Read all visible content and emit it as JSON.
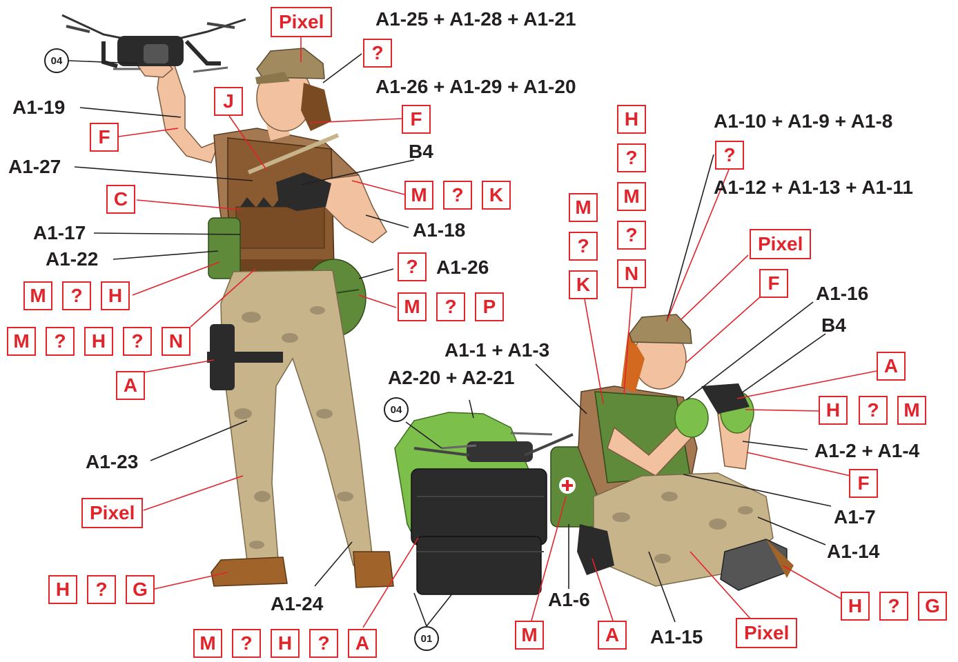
{
  "colors": {
    "part_text": "#231f20",
    "paint_code_red": "#e2232a",
    "leader_black": "#231f20",
    "leader_red": "#e2232a",
    "skin": "#f2c2a0",
    "uniform_shirt": "#a47850",
    "plate_carrier": "#8a5a30",
    "camo_base": "#c8b48a",
    "camo_spots": "#a09070",
    "olive_green": "#5f8a3a",
    "bright_green": "#7cbf4a",
    "case_black": "#2b2b2b",
    "boot_brown": "#a0642a",
    "hair_red": "#d2691e"
  },
  "drone_part_callouts": [
    {
      "id": "drone-ref-top",
      "label": "04"
    },
    {
      "id": "drone-ref-case",
      "label": "04"
    },
    {
      "id": "case-ref",
      "label": "01"
    }
  ],
  "part_labels": {
    "cap_top": "A1-25 + A1-28 + A1-21",
    "cap_top2": "A1-26 + A1-29 + A1-20",
    "a1_19": "A1-19",
    "a1_27": "A1-27",
    "b4_standing": "B4",
    "a1_17": "A1-17",
    "a1_18": "A1-18",
    "a1_22": "A1-22",
    "a1_26": "A1-26",
    "a1_10": "A1-10 + A1-9 + A1-8",
    "a1_12": "A1-12 + A1-13 + A1-11",
    "a1_16": "A1-16",
    "b4_sitting": "B4",
    "a1_1": "A1-1 + A1-3",
    "a2_20": "A2-20 + A2-21",
    "a1_2": "A1-2 + A1-4",
    "a1_7": "A1-7",
    "a1_14": "A1-14",
    "a1_23": "A1-23",
    "a1_24": "A1-24",
    "a1_6": "A1-6",
    "a1_15": "A1-15"
  },
  "paint_codes": {
    "pixel_cap": "Pixel",
    "q_cap": "?",
    "j": "J",
    "f_hair": "F",
    "f_arm": "F",
    "c": "C",
    "m_shirt": "M",
    "q_shirt": "?",
    "k_shirt": "K",
    "m_pouch": "M",
    "q_pouch": "?",
    "h_pouch": "H",
    "m_vest": "M",
    "q_vest1": "?",
    "h_vest": "H",
    "q_vest2": "?",
    "n_vest": "N",
    "q_helmet": "?",
    "m_helmet": "M",
    "q_helmet2": "?",
    "p_helmet": "P",
    "a_holster": "A",
    "pixel_pants": "Pixel",
    "h_boot": "H",
    "q_boot": "?",
    "g_boot": "G",
    "m_bag": "M",
    "q_bag1": "?",
    "h_bag": "H",
    "q_bag2": "?",
    "a_bag": "A",
    "h_col": "H",
    "q_col1": "?",
    "m_col": "M",
    "q_col2": "?",
    "n_col": "N",
    "m_col2": "M",
    "q_col3": "?",
    "k_col": "K",
    "q_cap2": "?",
    "pixel_cap2": "Pixel",
    "f_face2": "F",
    "a_gloves": "A",
    "h_glove2": "H",
    "q_glove2": "?",
    "m_glove2": "M",
    "f_arm2": "F",
    "m_medkit": "M",
    "a_kneepad": "A",
    "pixel_pants2": "Pixel",
    "h_boot2": "H",
    "q_boot2": "?",
    "g_boot2": "G"
  }
}
